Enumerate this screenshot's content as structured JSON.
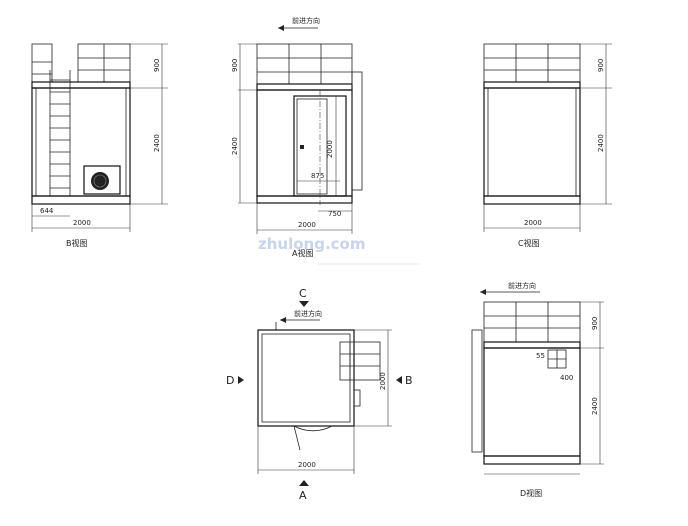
{
  "views": {
    "B": {
      "caption": "B视图",
      "dim_width": "2000",
      "dim_rail_height": "900",
      "dim_body_height": "2400",
      "dim_ladder": "644"
    },
    "A": {
      "caption": "A视图",
      "flow_label": "前进方向",
      "dim_width": "2000",
      "dim_rail_height": "900",
      "dim_body_height": "2400",
      "dim_door_height": "2000",
      "dim_door_width": "875",
      "dim_door_offset": "750"
    },
    "C": {
      "caption": "C视图",
      "dim_width": "2000",
      "dim_rail_height": "900",
      "dim_body_height": "2400"
    },
    "plan": {
      "flow_label": "前进方向",
      "marker_top": "C",
      "marker_left": "D",
      "marker_right": "B",
      "marker_bottom": "A",
      "dim_width": "2000",
      "dim_depth": "2000"
    },
    "D": {
      "caption": "D视图",
      "flow_label": "前进方向",
      "dim_rail_height": "900",
      "dim_body_height": "2400",
      "dim_small_1": "55",
      "dim_small_2": "400"
    }
  },
  "watermark": "zhulong.com"
}
